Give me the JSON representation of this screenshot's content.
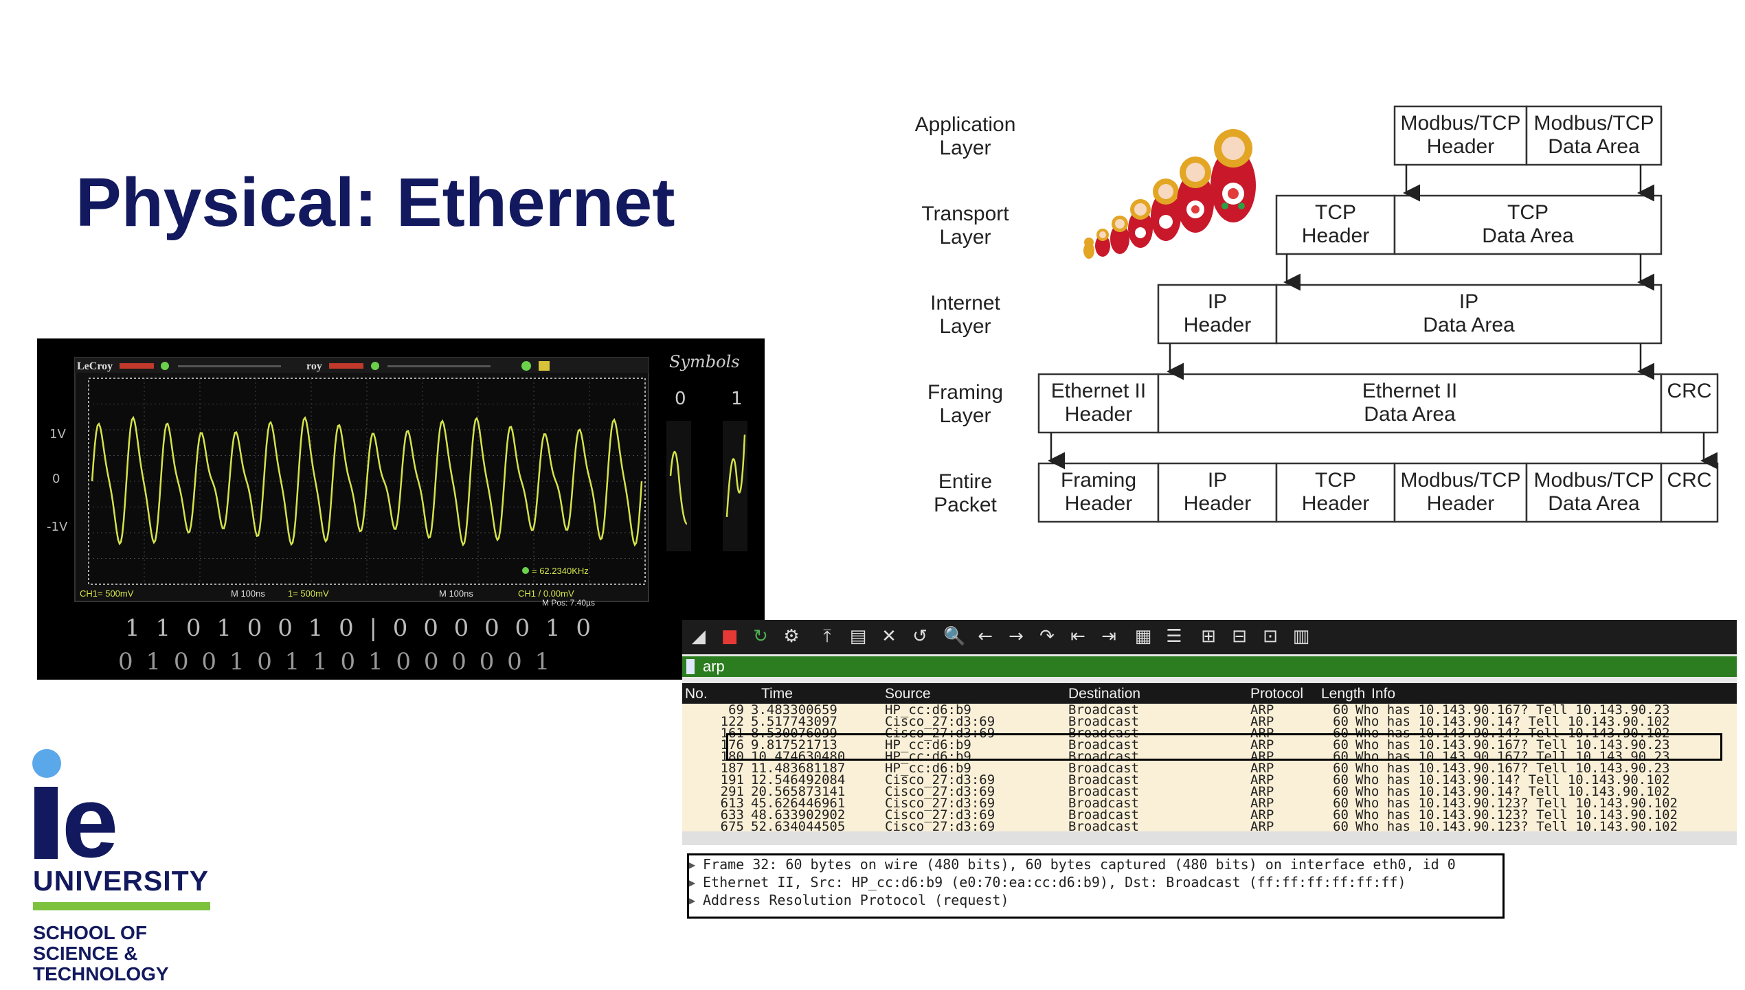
{
  "slide": {
    "title": "Physical: Ethernet"
  },
  "oscilloscope": {
    "brand_left": "LeCroy",
    "brand_right": "roy",
    "symbols_heading": "Symbols",
    "symbol_0": "0",
    "symbol_1": "1",
    "level_high": "1V",
    "level_zero": "0",
    "level_low": "-1V",
    "ch1_scale": "CH1= 500mV",
    "time_scale_1": "M 100ns",
    "ch_scale_2": "1= 500mV",
    "time_scale_2": "M 100ns",
    "ch1_right": "CH1 / 0.00mV",
    "freq_readout": "= 62.2340KHz",
    "m_pos": "M Pos: 7.40µs",
    "bits_row_1": "1 1 0 1 0 0 1 0 | 0 0 0 0 0 1 0",
    "bits_row_2": "0 1 0 0 1 0 1 1 0 1 0 0 0 0 0 1"
  },
  "encapsulation": {
    "layers": [
      {
        "line1": "Application",
        "line2": "Layer"
      },
      {
        "line1": "Transport",
        "line2": "Layer"
      },
      {
        "line1": "Internet",
        "line2": "Layer"
      },
      {
        "line1": "Framing",
        "line2": "Layer"
      },
      {
        "line1": "Entire",
        "line2": "Packet"
      }
    ],
    "application": [
      {
        "line1": "Modbus/TCP",
        "line2": "Header"
      },
      {
        "line1": "Modbus/TCP",
        "line2": "Data Area"
      }
    ],
    "transport": [
      {
        "line1": "TCP",
        "line2": "Header"
      },
      {
        "line1": "TCP",
        "line2": "Data Area"
      }
    ],
    "internet": [
      {
        "line1": "IP",
        "line2": "Header"
      },
      {
        "line1": "IP",
        "line2": "Data Area"
      }
    ],
    "framing": [
      {
        "line1": "Ethernet II",
        "line2": "Header"
      },
      {
        "line1": "Ethernet II",
        "line2": "Data Area"
      },
      {
        "line1": "CRC",
        "line2": ""
      }
    ],
    "packet": [
      {
        "line1": "Framing",
        "line2": "Header"
      },
      {
        "line1": "IP",
        "line2": "Header"
      },
      {
        "line1": "TCP",
        "line2": "Header"
      },
      {
        "line1": "Modbus/TCP",
        "line2": "Header"
      },
      {
        "line1": "Modbus/TCP",
        "line2": "Data Area"
      },
      {
        "line1": "CRC",
        "line2": ""
      }
    ]
  },
  "wireshark": {
    "filter": "arp",
    "columns": {
      "no": "No.",
      "time": "Time",
      "source": "Source",
      "destination": "Destination",
      "protocol": "Protocol",
      "length": "Length",
      "info": "Info"
    },
    "rows": [
      {
        "no": "69",
        "time": "3.483300659",
        "source": "HP_cc:d6:b9",
        "destination": "Broadcast",
        "protocol": "ARP",
        "length": "60",
        "info": "Who has 10.143.90.167? Tell 10.143.90.23"
      },
      {
        "no": "122",
        "time": "5.517743097",
        "source": "Cisco_27:d3:69",
        "destination": "Broadcast",
        "protocol": "ARP",
        "length": "60",
        "info": "Who has 10.143.90.14? Tell 10.143.90.102"
      },
      {
        "no": "161",
        "time": "8.530076099",
        "source": "Cisco_27:d3:69",
        "destination": "Broadcast",
        "protocol": "ARP",
        "length": "60",
        "info": "Who has 10.143.90.14? Tell 10.143.90.102"
      },
      {
        "no": "176",
        "time": "9.817521713",
        "source": "HP_cc:d6:b9",
        "destination": "Broadcast",
        "protocol": "ARP",
        "length": "60",
        "info": "Who has 10.143.90.167? Tell 10.143.90.23"
      },
      {
        "no": "180",
        "time": "10.474630480",
        "source": "HP_cc:d6:b9",
        "destination": "Broadcast",
        "protocol": "ARP",
        "length": "60",
        "info": "Who has 10.143.90.167? Tell 10.143.90.23"
      },
      {
        "no": "187",
        "time": "11.483681187",
        "source": "HP_cc:d6:b9",
        "destination": "Broadcast",
        "protocol": "ARP",
        "length": "60",
        "info": "Who has 10.143.90.167? Tell 10.143.90.23"
      },
      {
        "no": "191",
        "time": "12.546492084",
        "source": "Cisco_27:d3:69",
        "destination": "Broadcast",
        "protocol": "ARP",
        "length": "60",
        "info": "Who has 10.143.90.14? Tell 10.143.90.102"
      },
      {
        "no": "291",
        "time": "20.565873141",
        "source": "Cisco_27:d3:69",
        "destination": "Broadcast",
        "protocol": "ARP",
        "length": "60",
        "info": "Who has 10.143.90.14? Tell 10.143.90.102"
      },
      {
        "no": "613",
        "time": "45.626446961",
        "source": "Cisco_27:d3:69",
        "destination": "Broadcast",
        "protocol": "ARP",
        "length": "60",
        "info": "Who has 10.143.90.123? Tell 10.143.90.102"
      },
      {
        "no": "633",
        "time": "48.633902902",
        "source": "Cisco_27:d3:69",
        "destination": "Broadcast",
        "protocol": "ARP",
        "length": "60",
        "info": "Who has 10.143.90.123? Tell 10.143.90.102"
      },
      {
        "no": "675",
        "time": "52.634044505",
        "source": "Cisco_27:d3:69",
        "destination": "Broadcast",
        "protocol": "ARP",
        "length": "60",
        "info": "Who has 10.143.90.123? Tell 10.143.90.102"
      }
    ],
    "details": [
      "Frame 32: 60 bytes on wire (480 bits), 60 bytes captured (480 bits) on interface eth0, id 0",
      "Ethernet II, Src: HP_cc:d6:b9 (e0:70:ea:cc:d6:b9), Dst: Broadcast (ff:ff:ff:ff:ff:ff)",
      "Address Resolution Protocol (request)"
    ],
    "toolbar_icons": [
      "shark-fin-icon",
      "stop-icon",
      "restart-icon",
      "options-icon",
      "open-icon",
      "save-icon",
      "close-icon",
      "reload-icon",
      "find-icon",
      "back-icon",
      "forward-icon",
      "goto-icon",
      "first-icon",
      "last-icon",
      "autoscroll-icon",
      "colorize-icon",
      "zoom-in-icon",
      "zoom-out-icon",
      "normal-size-icon",
      "resize-columns-icon"
    ]
  },
  "logo": {
    "mark": "ie",
    "university": "UNIVERSITY",
    "school_line1": "SCHOOL OF",
    "school_line2": "SCIENCE &",
    "school_line3": "TECHNOLOGY"
  },
  "colors": {
    "title": "#12195e",
    "logo_dot": "#5aa8ea",
    "logo_bar": "#7cc23d",
    "scope_trace": "#d4e34a",
    "filter_bar": "#2b7d1f",
    "packet_rows": "#faf0d7"
  }
}
